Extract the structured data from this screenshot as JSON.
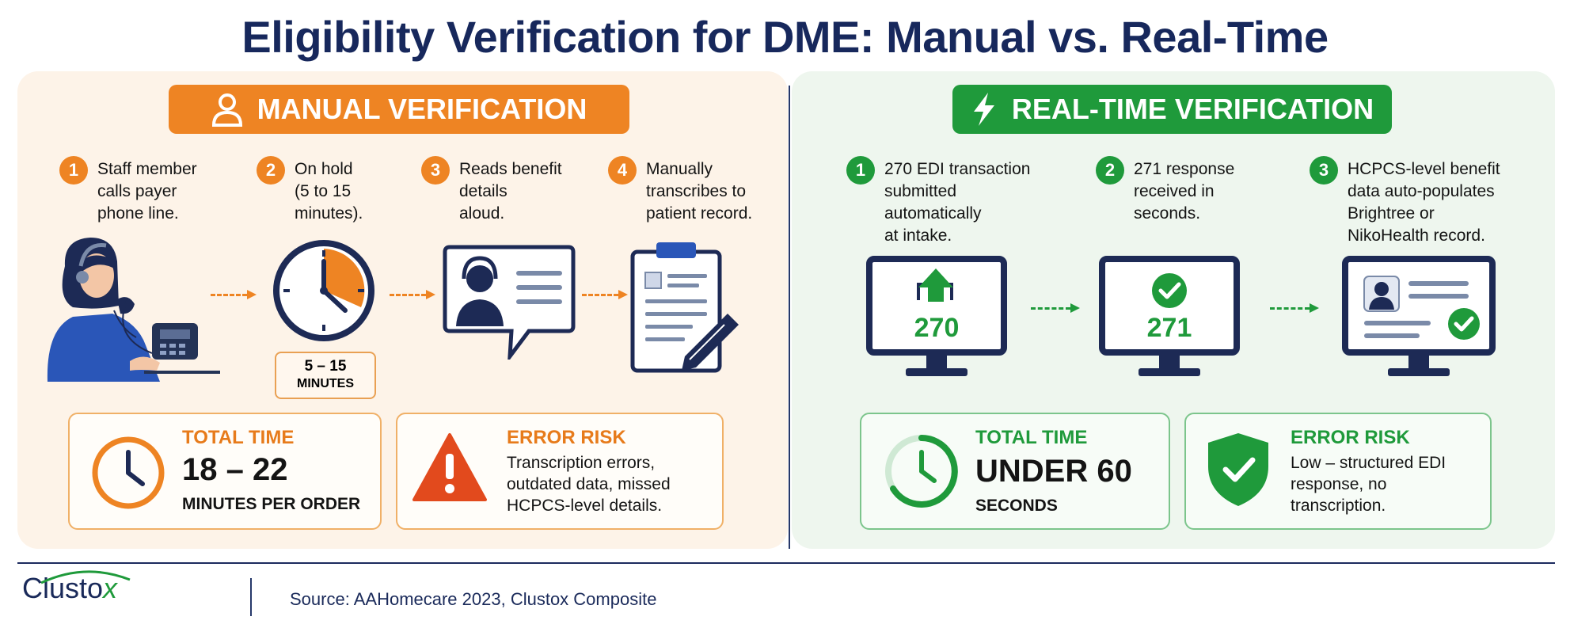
{
  "title": "Eligibility Verification for DME: Manual vs. Real-Time",
  "manual": {
    "banner": "MANUAL VERIFICATION",
    "steps": [
      {
        "num": "1",
        "text": "Staff member\ncalls payer\nphone line."
      },
      {
        "num": "2",
        "text": "On hold\n(5 to 15\nminutes)."
      },
      {
        "num": "3",
        "text": "Reads benefit\ndetails\naloud."
      },
      {
        "num": "4",
        "text": "Manually\ntranscribes to\npatient record."
      }
    ],
    "chip_line1": "5 – 15",
    "chip_line2": "MINUTES",
    "total": {
      "label": "TOTAL TIME",
      "value": "18 – 22",
      "unit": "MINUTES PER ORDER"
    },
    "risk": {
      "label": "ERROR RISK",
      "text": "Transcription errors,\noutdated data, missed\nHCPCS-level details."
    }
  },
  "realtime": {
    "banner": "REAL-TIME VERIFICATION",
    "steps": [
      {
        "num": "1",
        "text": "270 EDI transaction\nsubmitted\nautomatically\nat intake."
      },
      {
        "num": "2",
        "text": "271 response\nreceived in\nseconds."
      },
      {
        "num": "3",
        "text": "HCPCS-level benefit\ndata auto-populates\nBrightree or\nNikoHealth record."
      }
    ],
    "monitor1_code": "270",
    "monitor2_code": "271",
    "total": {
      "label": "TOTAL TIME",
      "value": "UNDER 60",
      "unit": "SECONDS"
    },
    "risk": {
      "label": "ERROR RISK",
      "text": "Low – structured EDI\nresponse, no\ntranscription."
    }
  },
  "footer": {
    "logo_main": "Clusto",
    "logo_x": "x",
    "source": "Source: AAHomecare 2023, Clustox Composite"
  },
  "colors": {
    "navy": "#17285c",
    "orange": "#ee8423",
    "green": "#1f9a3b",
    "manual_bg": "#fdf3e8",
    "rt_bg": "#eef6ee"
  }
}
